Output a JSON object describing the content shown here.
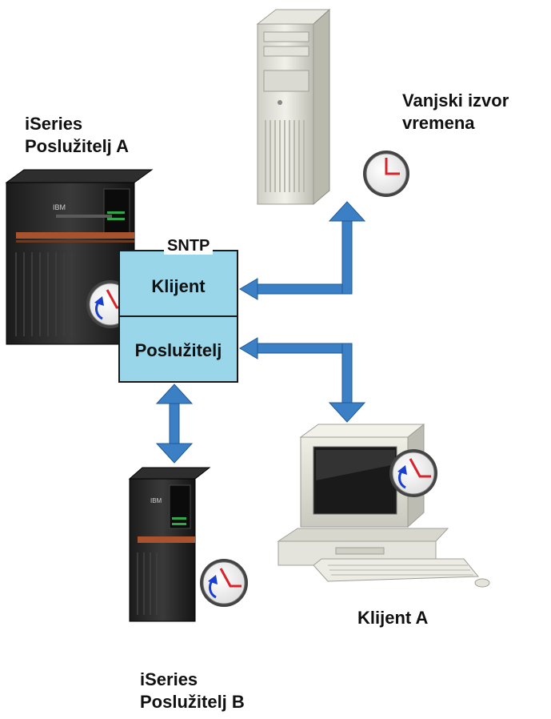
{
  "labels": {
    "external_source": [
      "Vanjski izvor",
      "vremena"
    ],
    "server_a": [
      "iSeries",
      "Poslužitelj A"
    ],
    "server_b": [
      "iSeries",
      "Poslužitelj B"
    ],
    "client_a": "Klijent A"
  },
  "sntp_box": {
    "title": "SNTP",
    "client_section": "Klijent",
    "server_section": "Poslužitelj"
  },
  "vendor_mark": "IBM",
  "colors": {
    "arrow": "#3b7fc4",
    "arrow_dark": "#1f5a9a",
    "sntp_box_fill": "#99d6ea",
    "clock_hand": "#d8232a",
    "sync_arrow": "#1a3fd0"
  },
  "icons": [
    "clock-icon",
    "sync-clock-icon",
    "tower-pc-icon",
    "server-icon",
    "workstation-icon"
  ]
}
